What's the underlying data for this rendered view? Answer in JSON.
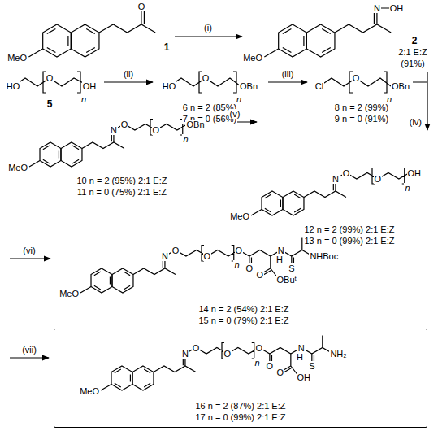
{
  "diagram": {
    "nodes": [
      {
        "text": [
          "16 n = 2 (87%) 2:1 E:Z",
          "17 n = 0 (99%) 2:1 E:Z"
        ]
      }
    ],
    "labels": [
      "MeO",
      "O",
      "1",
      "(i)",
      "MeO",
      "N",
      "OH",
      "2",
      "2:1 E:Z",
      "(91%)",
      "HO",
      "O",
      "n",
      "OH",
      "5",
      "(ii)",
      "HO",
      "O",
      "n",
      "OBn",
      "6 n = 2 (85%)",
      "7 n = 0 (56%)",
      "(iii)",
      "Cl",
      "O",
      "n",
      "OBn",
      "8 n = 2 (99%)",
      "9 n = 0 (91%)",
      "(iv)",
      "MeO",
      "N",
      "O",
      "O",
      "n",
      "OBn",
      "10 n = 2 (95%) 2:1 E:Z",
      "11 n = 0 (75%) 2:1 E:Z",
      "(v)",
      "MeO",
      "N",
      "O",
      "O",
      "n",
      "OH",
      "12 n = 2 (99%) 2:1 E:Z",
      "13 n = 0 (99%) 2:1 E:Z",
      "(vi)",
      "MeO",
      "N",
      "O",
      "O",
      "n",
      "O",
      "O",
      "O",
      "OBuᵗ",
      "N",
      "H",
      "S",
      "NHBoc",
      "14 n = 2 (54%) 2:1 E:Z",
      "15 n = 0 (79%) 2:1 E:Z",
      "(vii)",
      "MeO",
      "N",
      "O",
      "O",
      "n",
      "O",
      "O",
      "O",
      "OH",
      "N",
      "H",
      "S",
      "NH₂"
    ]
  }
}
